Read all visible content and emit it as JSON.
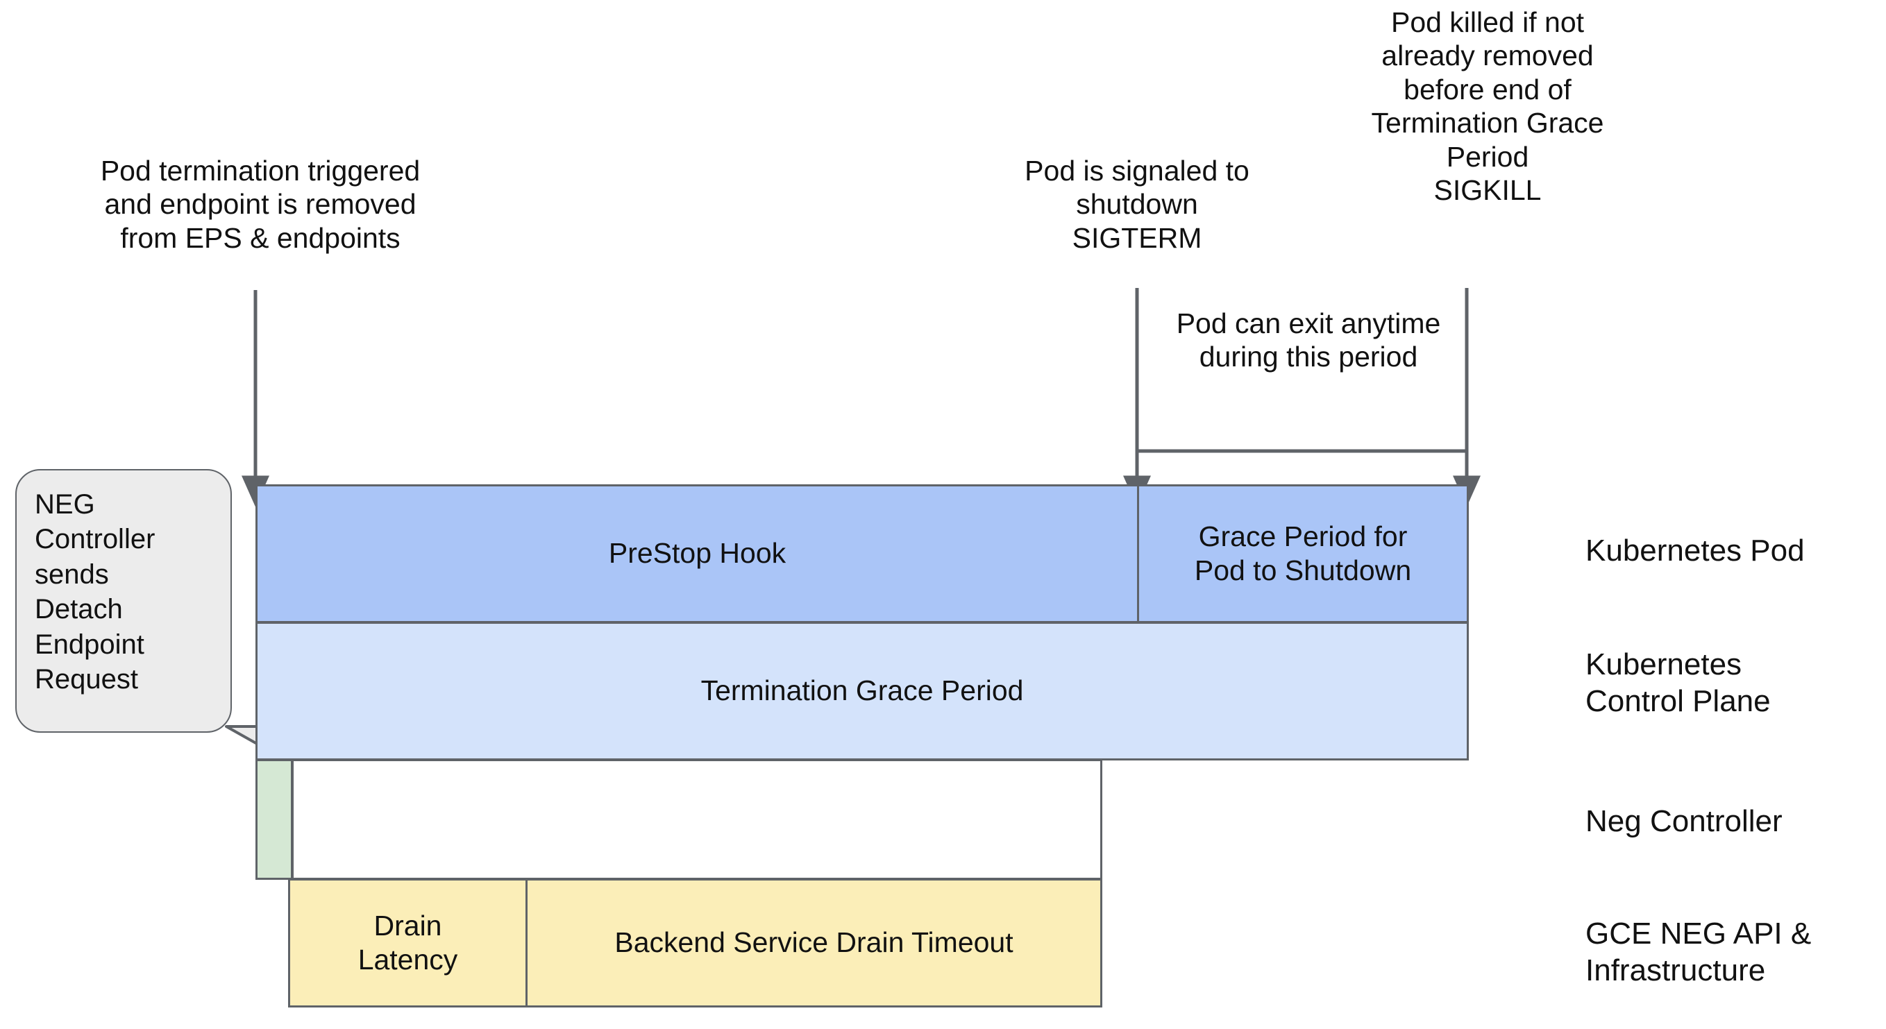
{
  "diagram": {
    "title": "Kubernetes Pod termination timeline with GCE NEG drain",
    "colors": {
      "prestop_blue": "#aac5f7",
      "grace_blue": "#aac5f7",
      "termination_blue": "#d4e3fb",
      "neg_green": "#d5e8d4",
      "drain_yellow": "#fbeeb8",
      "stroke": "#5f6368",
      "callout_bg": "#ececec",
      "text": "#111111",
      "background": "#ffffff"
    }
  },
  "annotations": [
    {
      "id": "pod-termination-triggered",
      "text": "Pod termination triggered\nand endpoint is removed\nfrom EPS & endpoints"
    },
    {
      "id": "pod-signaled-shutdown",
      "text": "Pod is signaled to\nshutdown\nSIGTERM"
    },
    {
      "id": "pod-killed-sigkill",
      "text": "Pod killed if not\nalready removed\nbefore end of\nTermination Grace\nPeriod\nSIGKILL"
    },
    {
      "id": "pod-can-exit-anytime",
      "text": "Pod can exit anytime\nduring this period"
    }
  ],
  "callout": {
    "id": "neg-controller-detach",
    "text": "NEG\nController\nsends\nDetach\nEndpoint\nRequest"
  },
  "bars": [
    {
      "id": "prestop-hook",
      "label": "PreStop Hook"
    },
    {
      "id": "grace-period-shutdown",
      "label": "Grace Period for\nPod to Shutdown"
    },
    {
      "id": "termination-grace-period",
      "label": "Termination Grace Period"
    },
    {
      "id": "neg-detach-window",
      "label": ""
    },
    {
      "id": "neg-controller-lane-empty",
      "label": ""
    },
    {
      "id": "drain-latency",
      "label": "Drain\nLatency"
    },
    {
      "id": "backend-service-drain-timeout",
      "label": "Backend Service Drain Timeout"
    }
  ],
  "lane_labels": [
    {
      "id": "lane-kubernetes-pod",
      "text": "Kubernetes Pod"
    },
    {
      "id": "lane-kubernetes-control-plane",
      "text": "Kubernetes\nControl Plane"
    },
    {
      "id": "lane-neg-controller",
      "text": "Neg Controller"
    },
    {
      "id": "lane-gce-neg-api",
      "text": "GCE NEG API &\nInfrastructure"
    }
  ]
}
